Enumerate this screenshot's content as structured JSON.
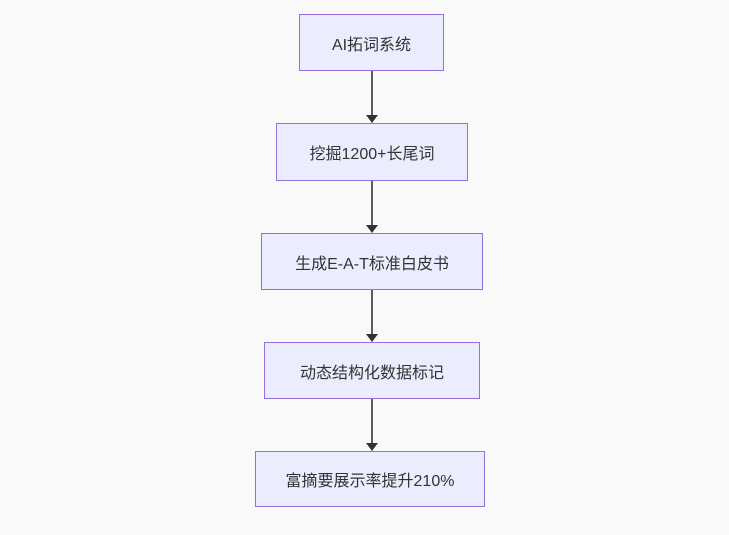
{
  "page": {
    "background_color": "#f9f9f9"
  },
  "flowchart": {
    "type": "flowchart-vertical-top-down",
    "nodes": [
      {
        "label": "AI拓词系统"
      },
      {
        "label": "挖掘1200+长尾词"
      },
      {
        "label": "生成E-A-T标准白皮书"
      },
      {
        "label": "动态结构化数据标记"
      },
      {
        "label": "富摘要展示率提升210%"
      }
    ],
    "edges": [
      {
        "from": 0,
        "to": 1
      },
      {
        "from": 1,
        "to": 2
      },
      {
        "from": 2,
        "to": 3
      },
      {
        "from": 3,
        "to": 4
      }
    ],
    "colors": {
      "node_fill": "#ececff",
      "node_border": "#9370db",
      "node_text": "#333333",
      "connector_line": "#5c5c5c",
      "arrowhead": "#333333"
    }
  }
}
